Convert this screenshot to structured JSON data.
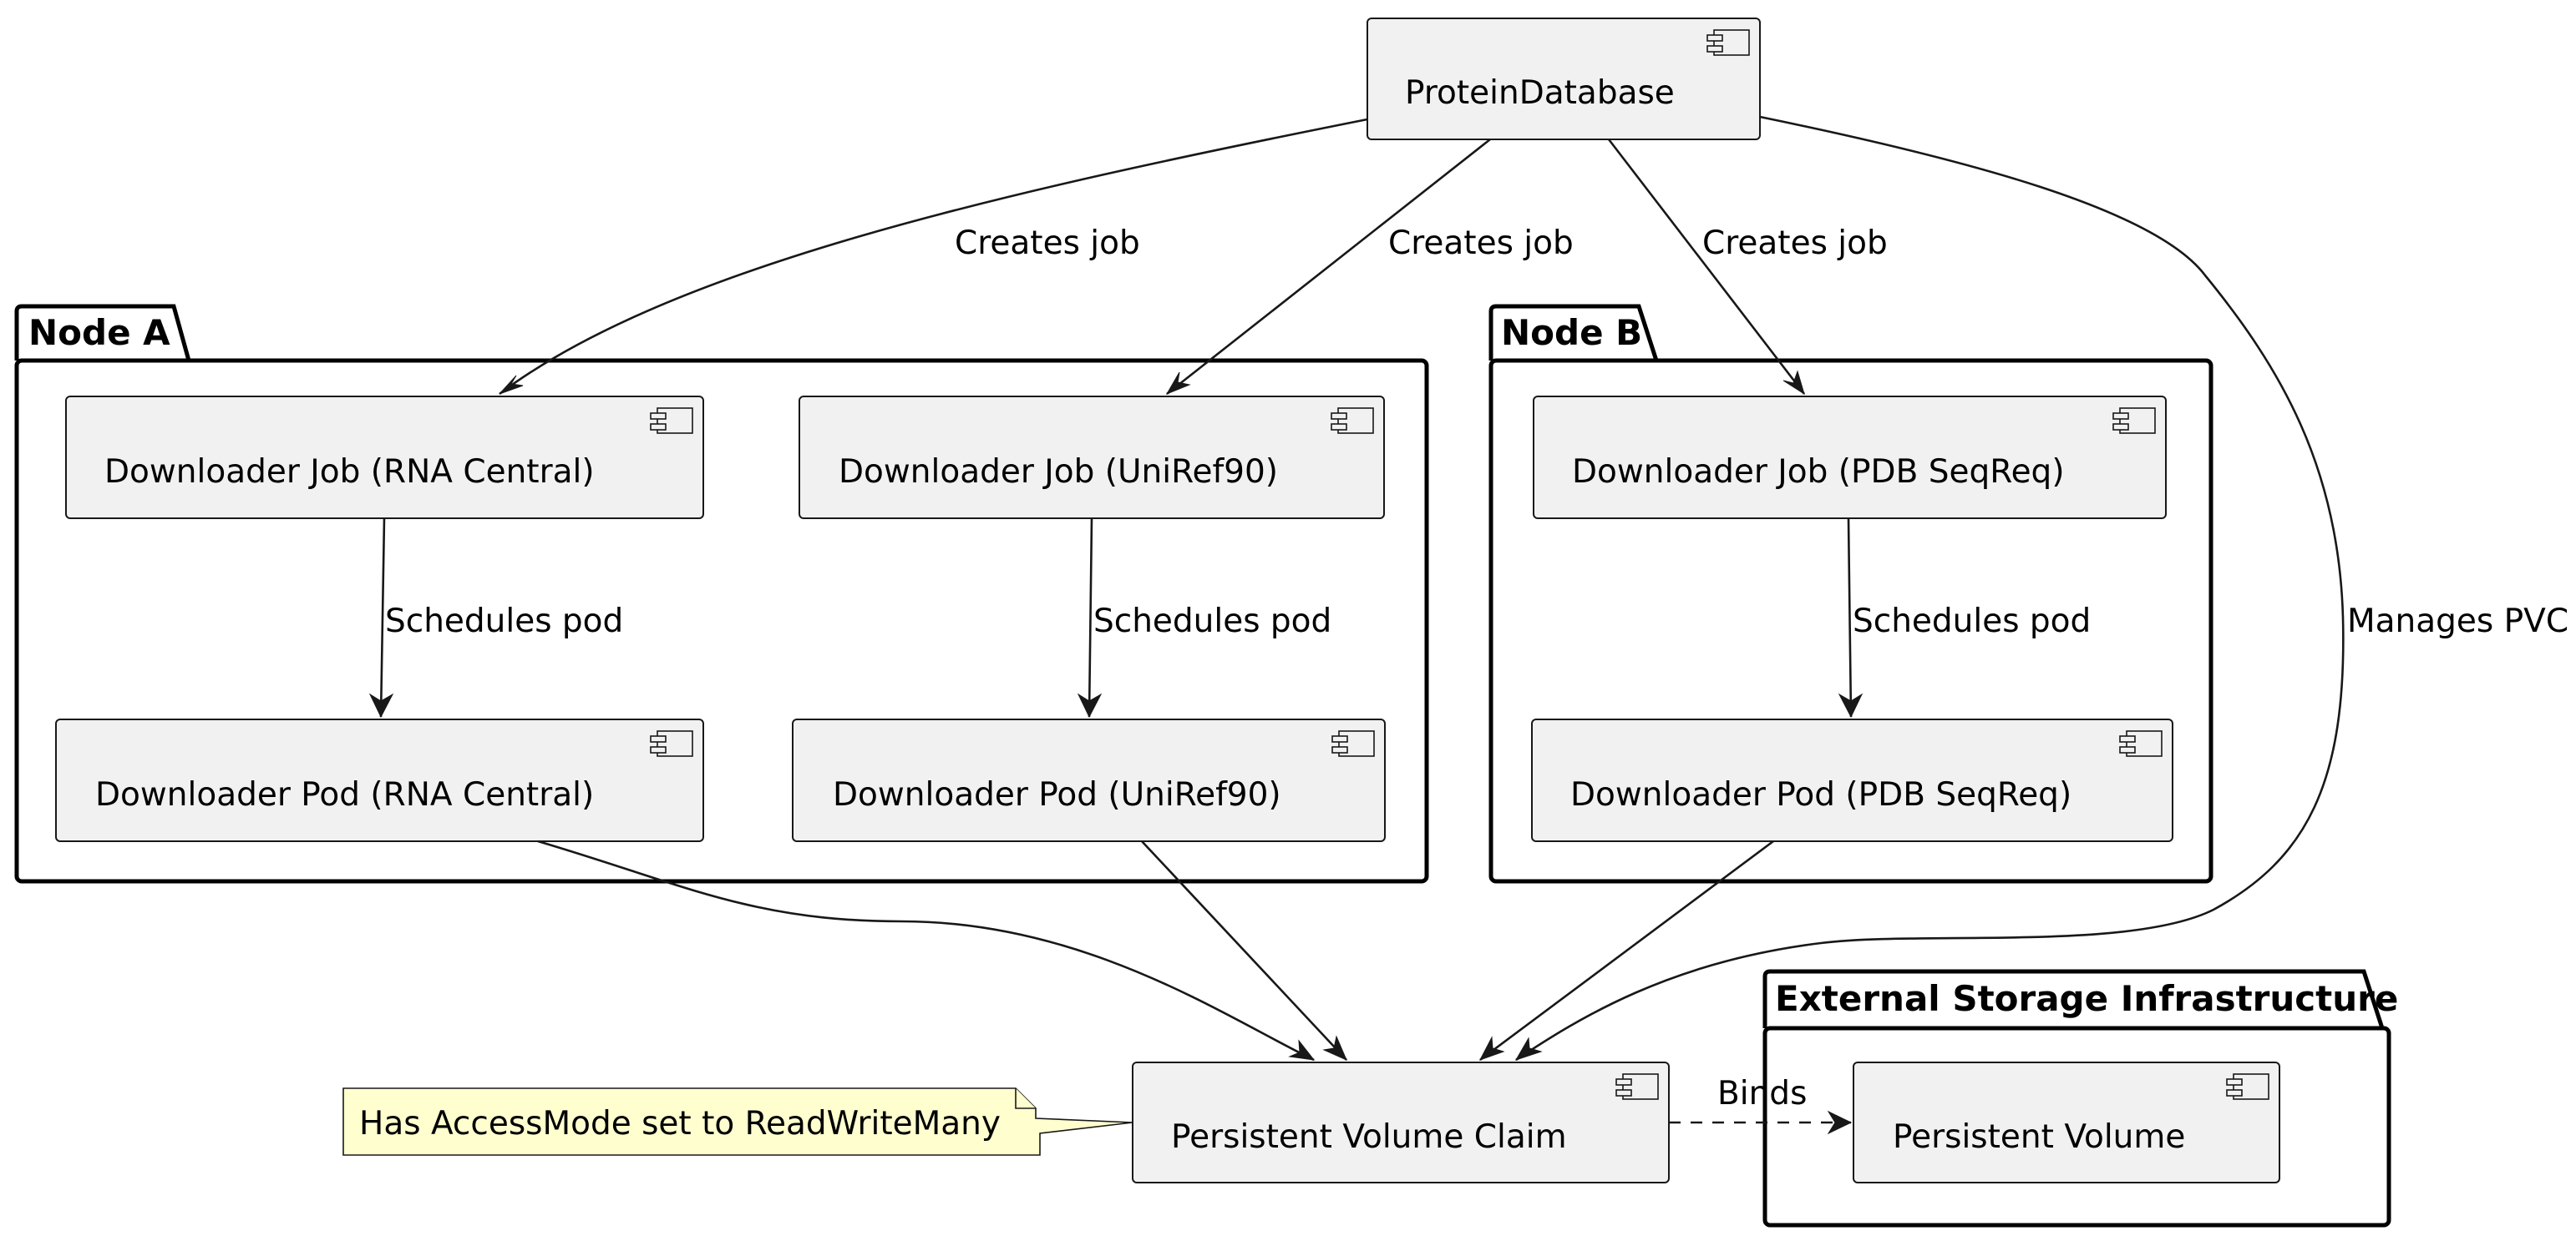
{
  "packages": {
    "node_a": {
      "title": "Node A"
    },
    "node_b": {
      "title": "Node B"
    },
    "external_storage": {
      "title": "External Storage Infrastructure"
    }
  },
  "components": {
    "protein_database": "ProteinDatabase",
    "job_rna_central": "Downloader Job (RNA Central)",
    "job_uniref90": "Downloader Job (UniRef90)",
    "job_pdb_seqreq": "Downloader Job (PDB SeqReq)",
    "pod_rna_central": "Downloader Pod (RNA Central)",
    "pod_uniref90": "Downloader Pod (UniRef90)",
    "pod_pdb_seqreq": "Downloader Pod (PDB SeqReq)",
    "pvc": "Persistent Volume Claim",
    "pv": "Persistent Volume"
  },
  "edges": {
    "creates_job_rna": "Creates job",
    "creates_job_uniref": "Creates job",
    "creates_job_pdb": "Creates job",
    "schedules_pod_rna": "Schedules pod",
    "schedules_pod_uniref": "Schedules pod",
    "schedules_pod_pdb": "Schedules pod",
    "manages_pvc": "Manages PVC",
    "binds": "Binds"
  },
  "note": {
    "text": "Has AccessMode set to ReadWriteMany"
  },
  "colors": {
    "component_fill": "#f1f1f1",
    "note_fill": "#fefece",
    "line": "#181818"
  }
}
